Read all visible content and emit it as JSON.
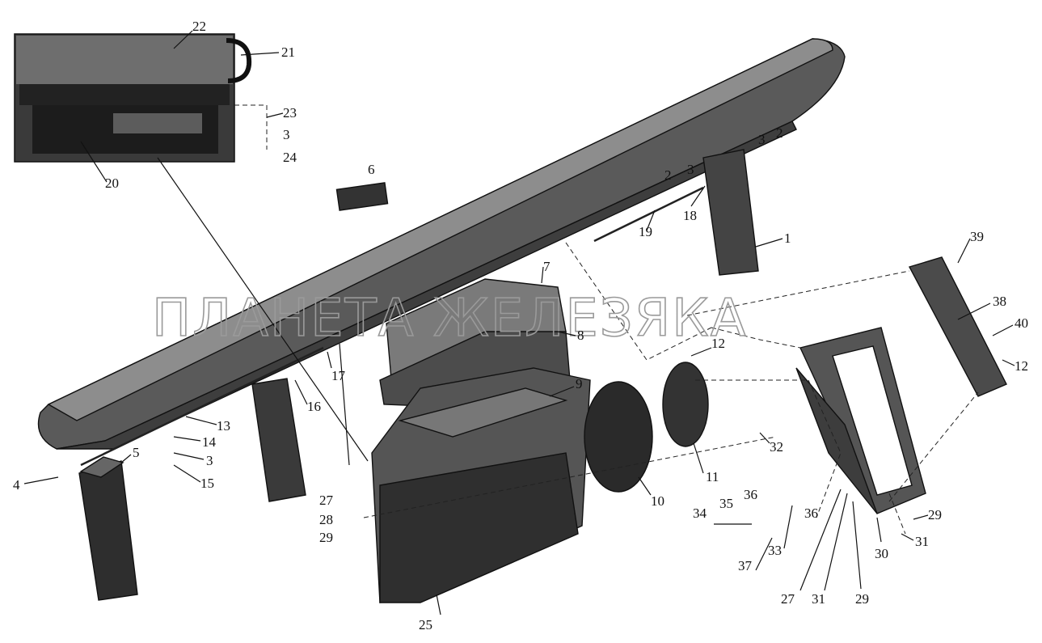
{
  "watermark": "ПЛАНЕТА ЖЕЛЕЗЯКА",
  "colors": {
    "part_dark": "#2b2b2b",
    "part_mid": "#555555",
    "part_light": "#8a8a8a",
    "background": "#ffffff"
  },
  "callouts": [
    "22",
    "21",
    "23",
    "3",
    "24",
    "20",
    "6",
    "2",
    "3",
    "2",
    "3",
    "18",
    "19",
    "1",
    "7",
    "8",
    "12",
    "17",
    "16",
    "9",
    "39",
    "38",
    "40",
    "12",
    "13",
    "14",
    "3",
    "15",
    "5",
    "4",
    "10",
    "11",
    "32",
    "27",
    "28",
    "29",
    "25",
    "35",
    "36",
    "34",
    "36",
    "33",
    "37",
    "27",
    "31",
    "29",
    "30",
    "29",
    "31"
  ]
}
